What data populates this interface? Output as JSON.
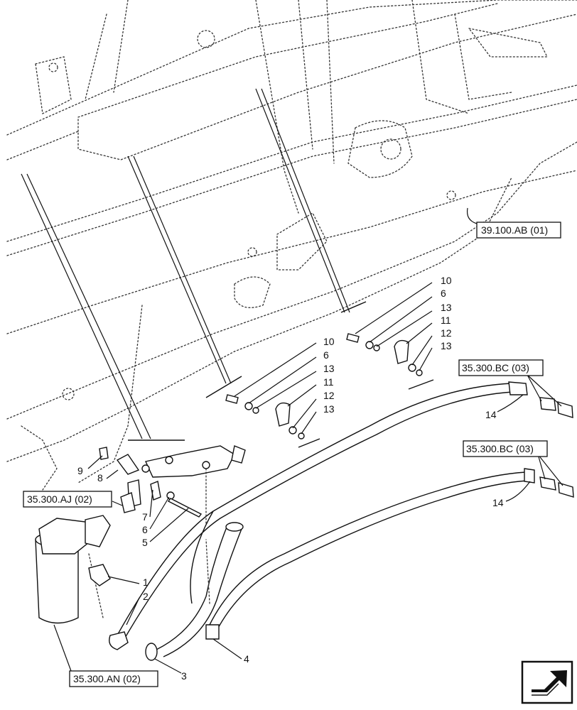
{
  "references": {
    "frame": "39.100.AB (01)",
    "hose_fitting_top": "35.300.BC (03)",
    "hose_fitting_bottom": "35.300.BC (03)",
    "filter_head": "35.300.AJ (02)",
    "filter": "35.300.AN (02)"
  },
  "callouts": {
    "c10a": "10",
    "c6a": "6",
    "c13a": "13",
    "c11a": "11",
    "c12a": "12",
    "c13b": "13",
    "c10b": "10",
    "c6b": "6",
    "c13c": "13",
    "c11b": "11",
    "c12b": "12",
    "c13d": "13",
    "c14a": "14",
    "c14b": "14",
    "c9": "9",
    "c8": "8",
    "c7": "7",
    "c6c": "6",
    "c5": "5",
    "c1": "1",
    "c2": "2",
    "c3": "3",
    "c4": "4"
  },
  "icons": {
    "nav": "next-page-arrow-icon"
  }
}
